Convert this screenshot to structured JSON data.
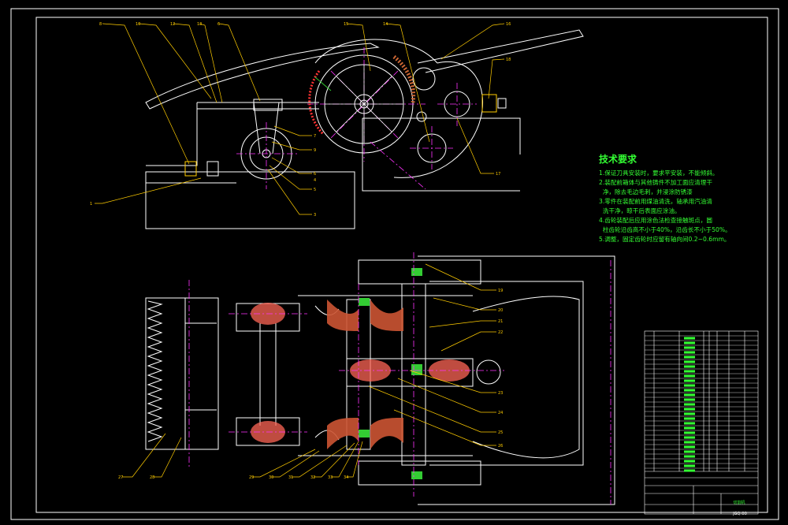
{
  "notes": {
    "title": "技术要求",
    "lines": [
      "1.保证刀具安装时，要求平安装，不能倾斜。",
      "2.装配前箱体与其他铸件不加工面应清理干",
      "  净，除去毛边毛刺，并浸涂防锈漆",
      "3.零件在装配前用煤油清洗，轴承用汽油清",
      "  洗干净，晾干后表面应涂油。",
      "4.齿轮装配后应用涂色法检查接触斑点，圆",
      "  柱齿轮沿齿高不小于40%，沿齿长不小于50%。",
      "5.调整，固定齿轮时应留有轴向间0.2~0.6mm。"
    ]
  },
  "balloons_top": [
    "8",
    "10",
    "12",
    "13",
    "6",
    "15",
    "14",
    "16",
    "18",
    "17",
    "7",
    "9",
    "6",
    "5",
    "4",
    "3",
    "1"
  ],
  "balloons_bottom": [
    "19",
    "20",
    "21",
    "22",
    "23",
    "24",
    "25",
    "26",
    "27",
    "28",
    "29",
    "30",
    "31",
    "32",
    "33",
    "34"
  ],
  "title_block": {
    "title": "切割机",
    "code": "JGQ-00"
  },
  "colors": {
    "frame": "#ffffff",
    "part": "#ffffff",
    "center": "#ff33ff",
    "gear": "#cc3333",
    "text": "#33ff33",
    "hatch": "#ff3333"
  }
}
